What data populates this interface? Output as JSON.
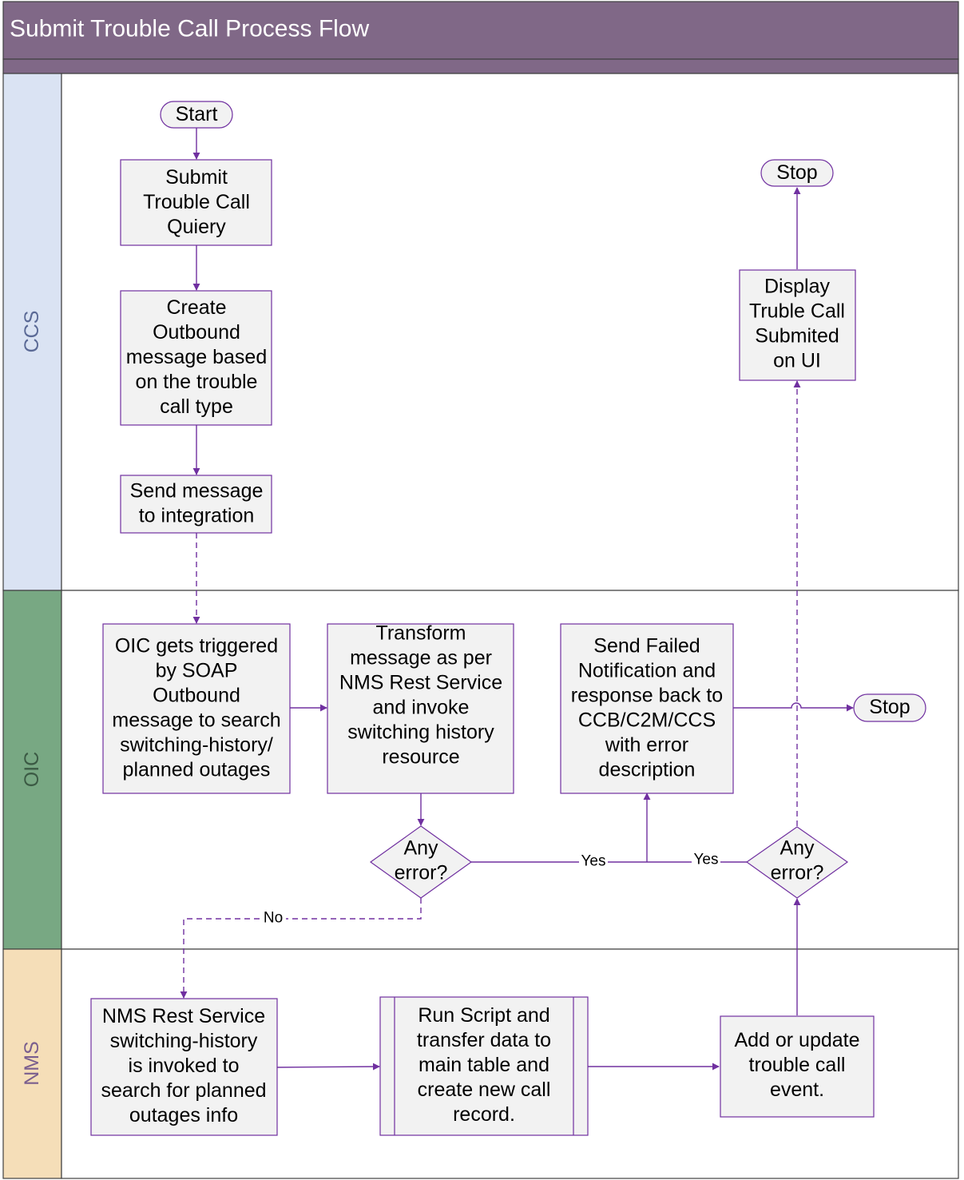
{
  "header": {
    "title": "Submit Trouble Call Process Flow"
  },
  "lanes": [
    {
      "id": "ccs",
      "label": "CCS",
      "color": "#dae3f3",
      "text_color": "#5b6a96"
    },
    {
      "id": "oic",
      "label": "OIC",
      "color": "#78a883",
      "text_color": "#3b5a44"
    },
    {
      "id": "nms",
      "label": "NMS",
      "color": "#f5deb8",
      "text_color": "#7a5e8e"
    }
  ],
  "colors": {
    "header": "#806887",
    "border": "#3f3f3f",
    "accent": "#7030a0",
    "node_fill": "#f2f2f2"
  },
  "nodes": {
    "start": {
      "lines": [
        "Start"
      ]
    },
    "submit": {
      "lines": [
        "Submit",
        "Trouble Call",
        "Quiery"
      ]
    },
    "create": {
      "lines": [
        "Create",
        "Outbound",
        "message based",
        "on the trouble",
        "call type"
      ]
    },
    "send": {
      "lines": [
        "Send message",
        "to integration"
      ]
    },
    "oic_trigger": {
      "lines": [
        "OIC gets triggered",
        "by SOAP",
        "Outbound",
        "message to search",
        "switching-history/",
        "planned outages"
      ]
    },
    "transform": {
      "lines": [
        "Transform",
        "message as per",
        "NMS Rest Service",
        "and invoke",
        "switching history",
        "resource"
      ]
    },
    "failed": {
      "lines": [
        "Send Failed",
        "Notification and",
        "response back to",
        "CCB/C2M/CCS",
        "with error",
        "description"
      ]
    },
    "stop_oic": {
      "lines": [
        "Stop"
      ]
    },
    "err1": {
      "lines": [
        "Any",
        "error?"
      ]
    },
    "err2": {
      "lines": [
        "Any",
        "error?"
      ]
    },
    "display": {
      "lines": [
        "Display",
        "Truble Call",
        "Submited",
        "on UI"
      ]
    },
    "stop_ccs": {
      "lines": [
        "Stop"
      ]
    },
    "nms_rest": {
      "lines": [
        "NMS Rest Service",
        "switching-history",
        "is invoked to",
        "search for planned",
        "outages info"
      ]
    },
    "run_script": {
      "lines": [
        "Run Script and",
        "transfer data to",
        "main table and",
        "create new call",
        "record."
      ]
    },
    "add_update": {
      "lines": [
        "Add or update",
        "trouble call",
        "event."
      ]
    }
  },
  "edge_labels": {
    "yes1": "Yes",
    "yes2": "Yes",
    "no": "No"
  }
}
